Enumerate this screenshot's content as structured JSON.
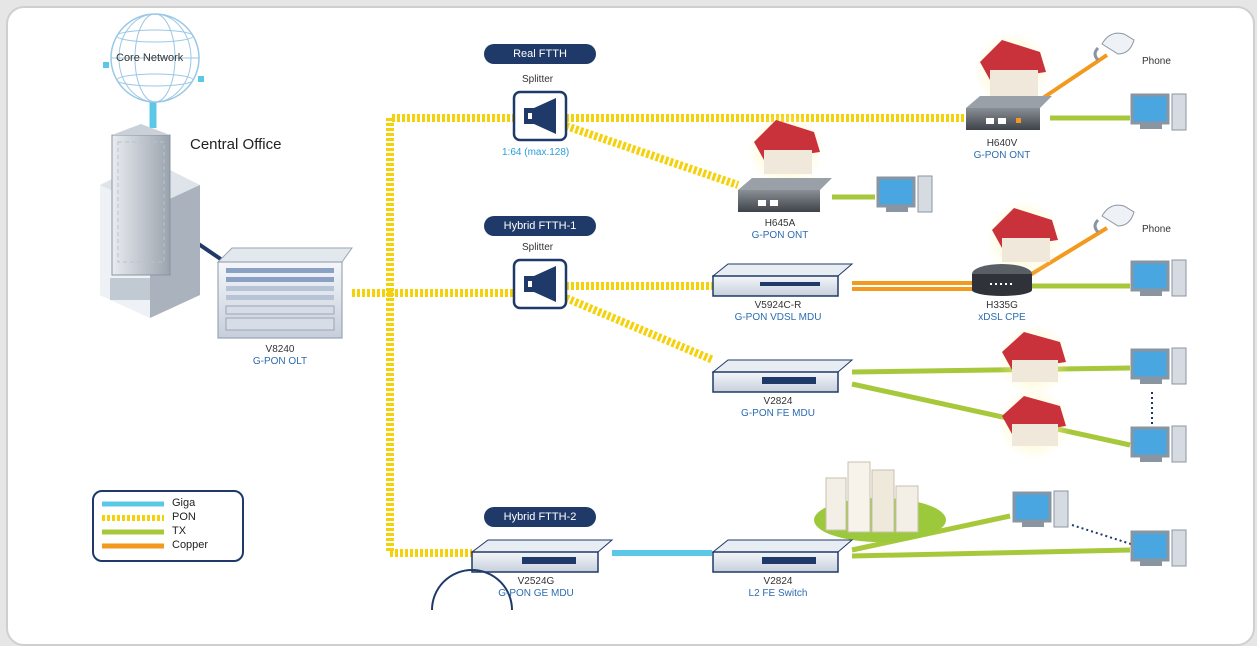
{
  "nodes": {
    "core_network": "Core Network",
    "central_office": "Central Office",
    "olt": {
      "model": "V8240",
      "type": "G-PON OLT"
    },
    "splitter1": {
      "title": "Splitter",
      "ratio": "1:64 (max.128)"
    },
    "splitter2": {
      "title": "Splitter"
    },
    "h640v": {
      "model": "H640V",
      "type": "G-PON ONT"
    },
    "h645a": {
      "model": "H645A",
      "type": "G-PON ONT"
    },
    "v5924cr": {
      "model": "V5924C-R",
      "type": "G-PON VDSL MDU"
    },
    "h335g": {
      "model": "H335G",
      "type": "xDSL CPE"
    },
    "v2824_mdu": {
      "model": "V2824",
      "type": "G-PON FE MDU"
    },
    "v2524g": {
      "model": "V2524G",
      "type": "G-PON GE MDU"
    },
    "v2824_switch": {
      "model": "V2824",
      "type": "L2 FE Switch"
    },
    "phone1": "Phone",
    "phone2": "Phone"
  },
  "sections": {
    "real": "Real FTTH",
    "hybrid1": "Hybrid FTTH-1",
    "hybrid2": "Hybrid FTTH-2"
  },
  "legend": {
    "giga": "Giga",
    "pon": "PON",
    "tx": "TX",
    "copper": "Copper"
  },
  "colors": {
    "giga": "#5cc8e8",
    "pon": "#f5d10a",
    "tx": "#a8c83c",
    "copper": "#f39a1e",
    "navy": "#1f3a68"
  }
}
